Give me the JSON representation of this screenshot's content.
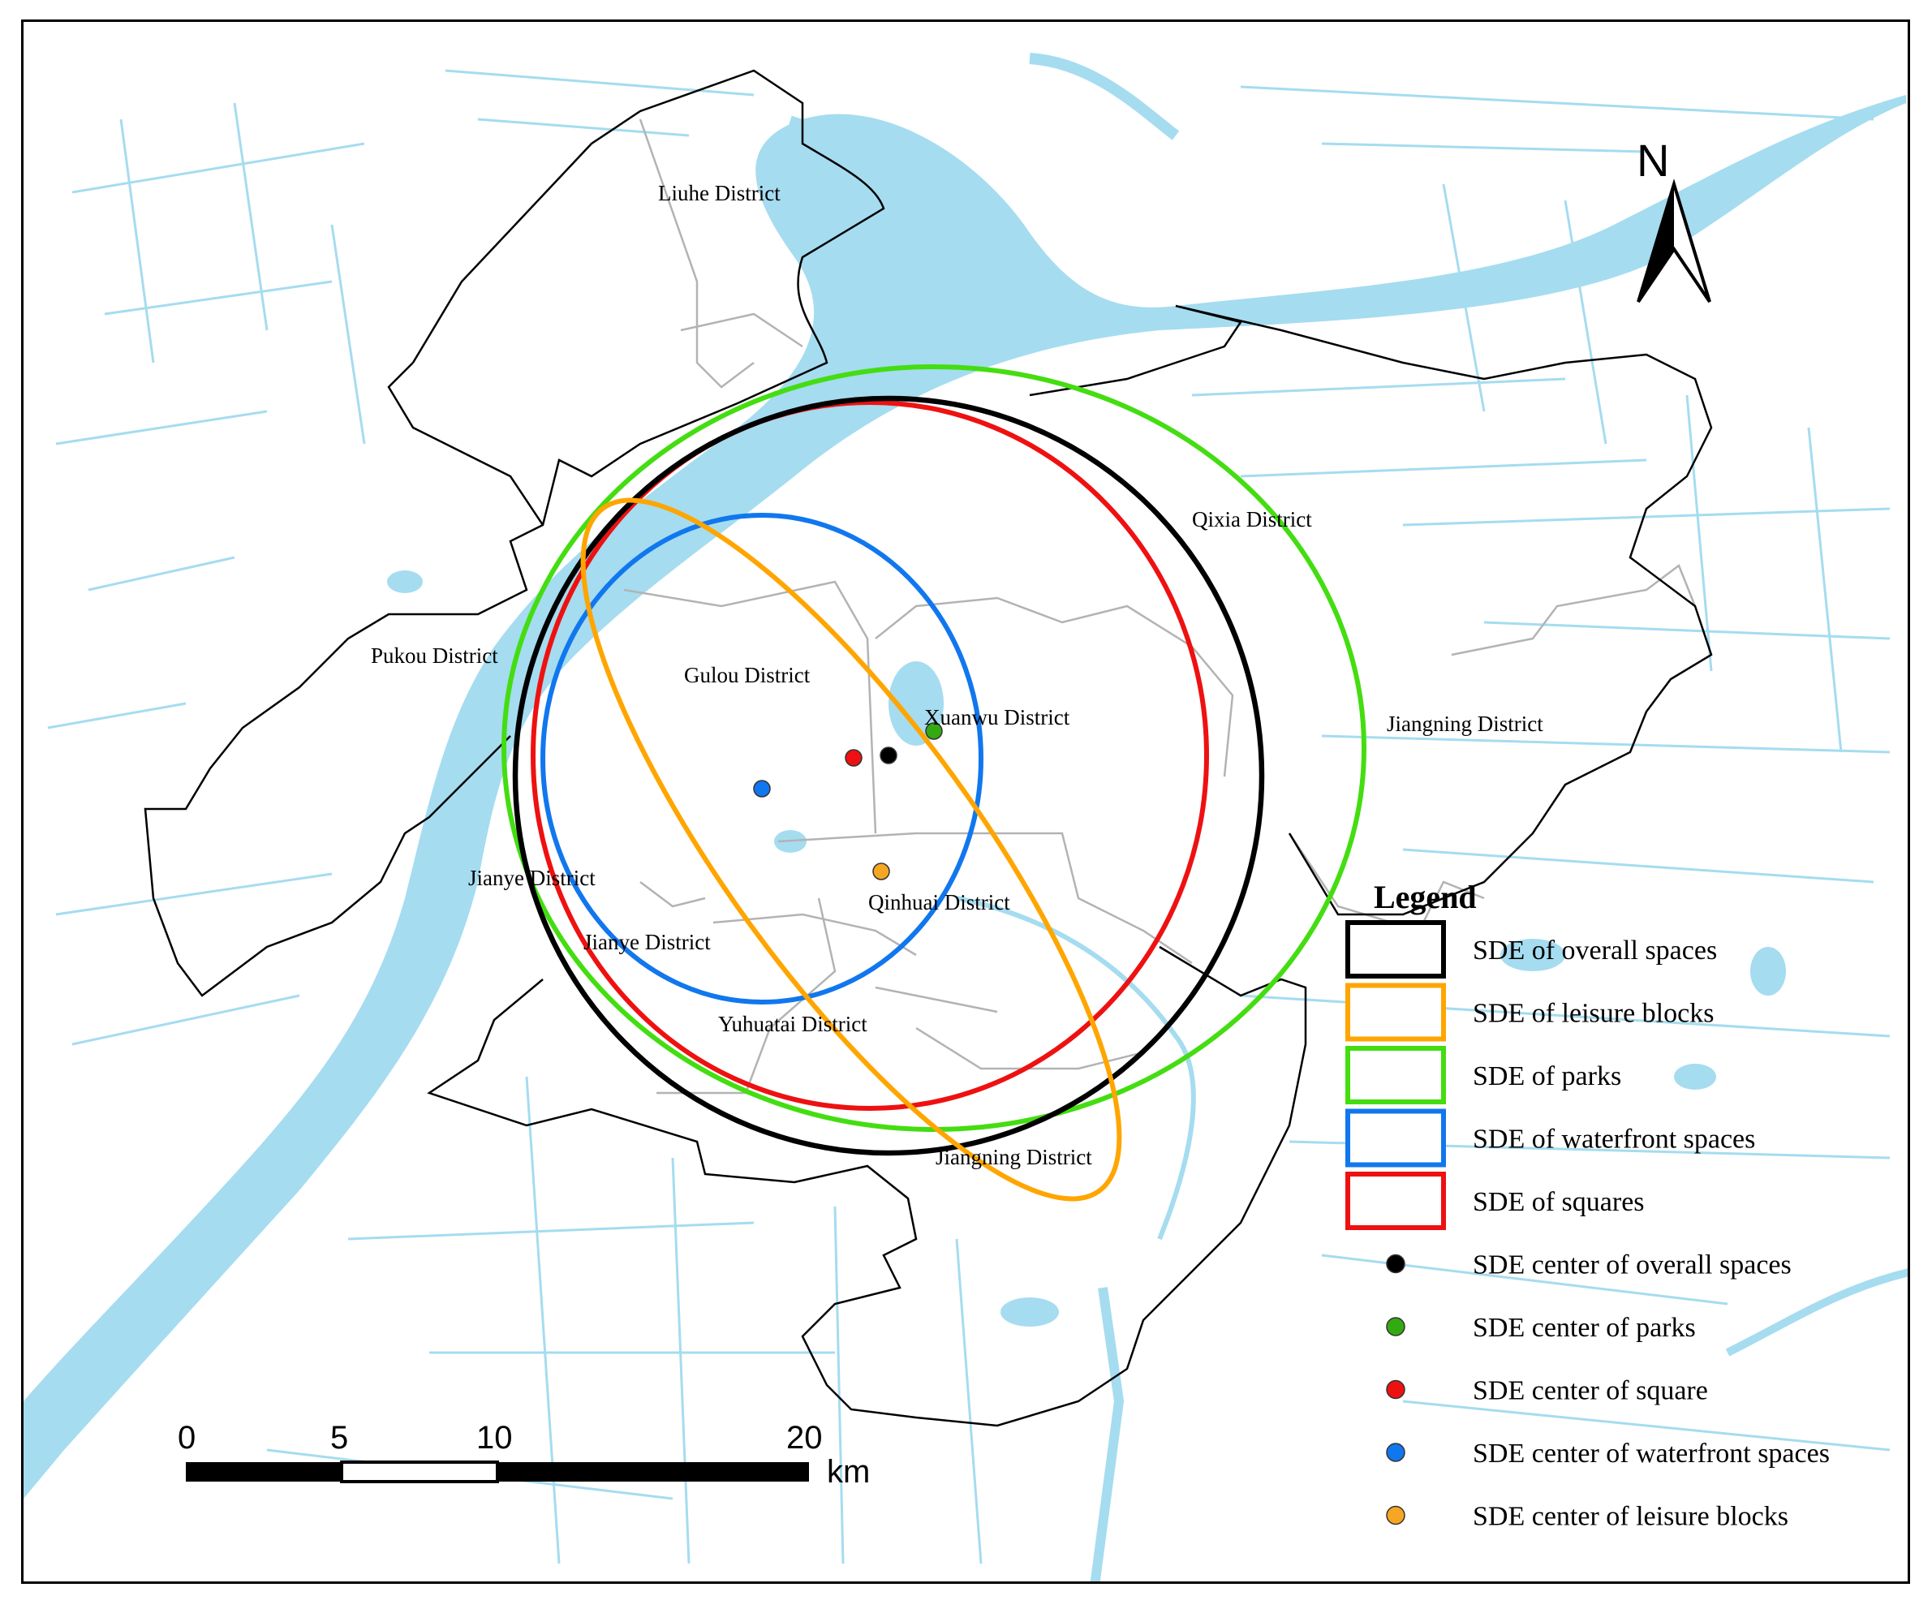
{
  "map": {
    "districts": [
      {
        "id": "liuhe",
        "name": "Liuhe District"
      },
      {
        "id": "qixia",
        "name": "Qixia District"
      },
      {
        "id": "pukou",
        "name": "Pukou District"
      },
      {
        "id": "gulou",
        "name": "Gulou District"
      },
      {
        "id": "xuanwu",
        "name": "Xuanwu District"
      },
      {
        "id": "jiangning-east",
        "name": "Jiangning District"
      },
      {
        "id": "jianye-1",
        "name": "Jianye District"
      },
      {
        "id": "qinhuai",
        "name": "Qinhuai District"
      },
      {
        "id": "jianye-2",
        "name": "Jianye District"
      },
      {
        "id": "yuhuatai",
        "name": "Yuhuatai District"
      },
      {
        "id": "jiangning-south",
        "name": "Jiangning District"
      }
    ],
    "colors": {
      "water": "#a5dcf0",
      "boundary": "#000000",
      "inner_boundary": "#b3b3b3",
      "overall": "#000000",
      "leisure": "#ffa500",
      "parks": "#44dd11",
      "waterfront": "#1177ee",
      "squares": "#ee1111"
    }
  },
  "legend": {
    "title": "Legend",
    "ellipses": [
      {
        "key": "overall",
        "label": "SDE of overall spaces",
        "color": "#000000"
      },
      {
        "key": "leisure",
        "label": "SDE of leisure blocks",
        "color": "#ffa500"
      },
      {
        "key": "parks",
        "label": "SDE of parks",
        "color": "#44dd11"
      },
      {
        "key": "waterfront",
        "label": "SDE of waterfront spaces",
        "color": "#1177ee"
      },
      {
        "key": "squares",
        "label": "SDE of squares",
        "color": "#ee1111"
      }
    ],
    "centers": [
      {
        "key": "overall",
        "label": "SDE center of overall spaces",
        "color": "#000000"
      },
      {
        "key": "parks",
        "label": "SDE center of parks",
        "color": "#33aa11"
      },
      {
        "key": "squares",
        "label": "SDE center of square",
        "color": "#ee1111"
      },
      {
        "key": "waterfront",
        "label": "SDE center of waterfront spaces",
        "color": "#1177ee"
      },
      {
        "key": "leisure",
        "label": "SDE center of leisure blocks",
        "color": "#f5a623"
      }
    ]
  },
  "north_arrow": {
    "label": "N"
  },
  "scale_bar": {
    "ticks": [
      "0",
      "5",
      "10",
      "20"
    ],
    "unit": "km"
  }
}
